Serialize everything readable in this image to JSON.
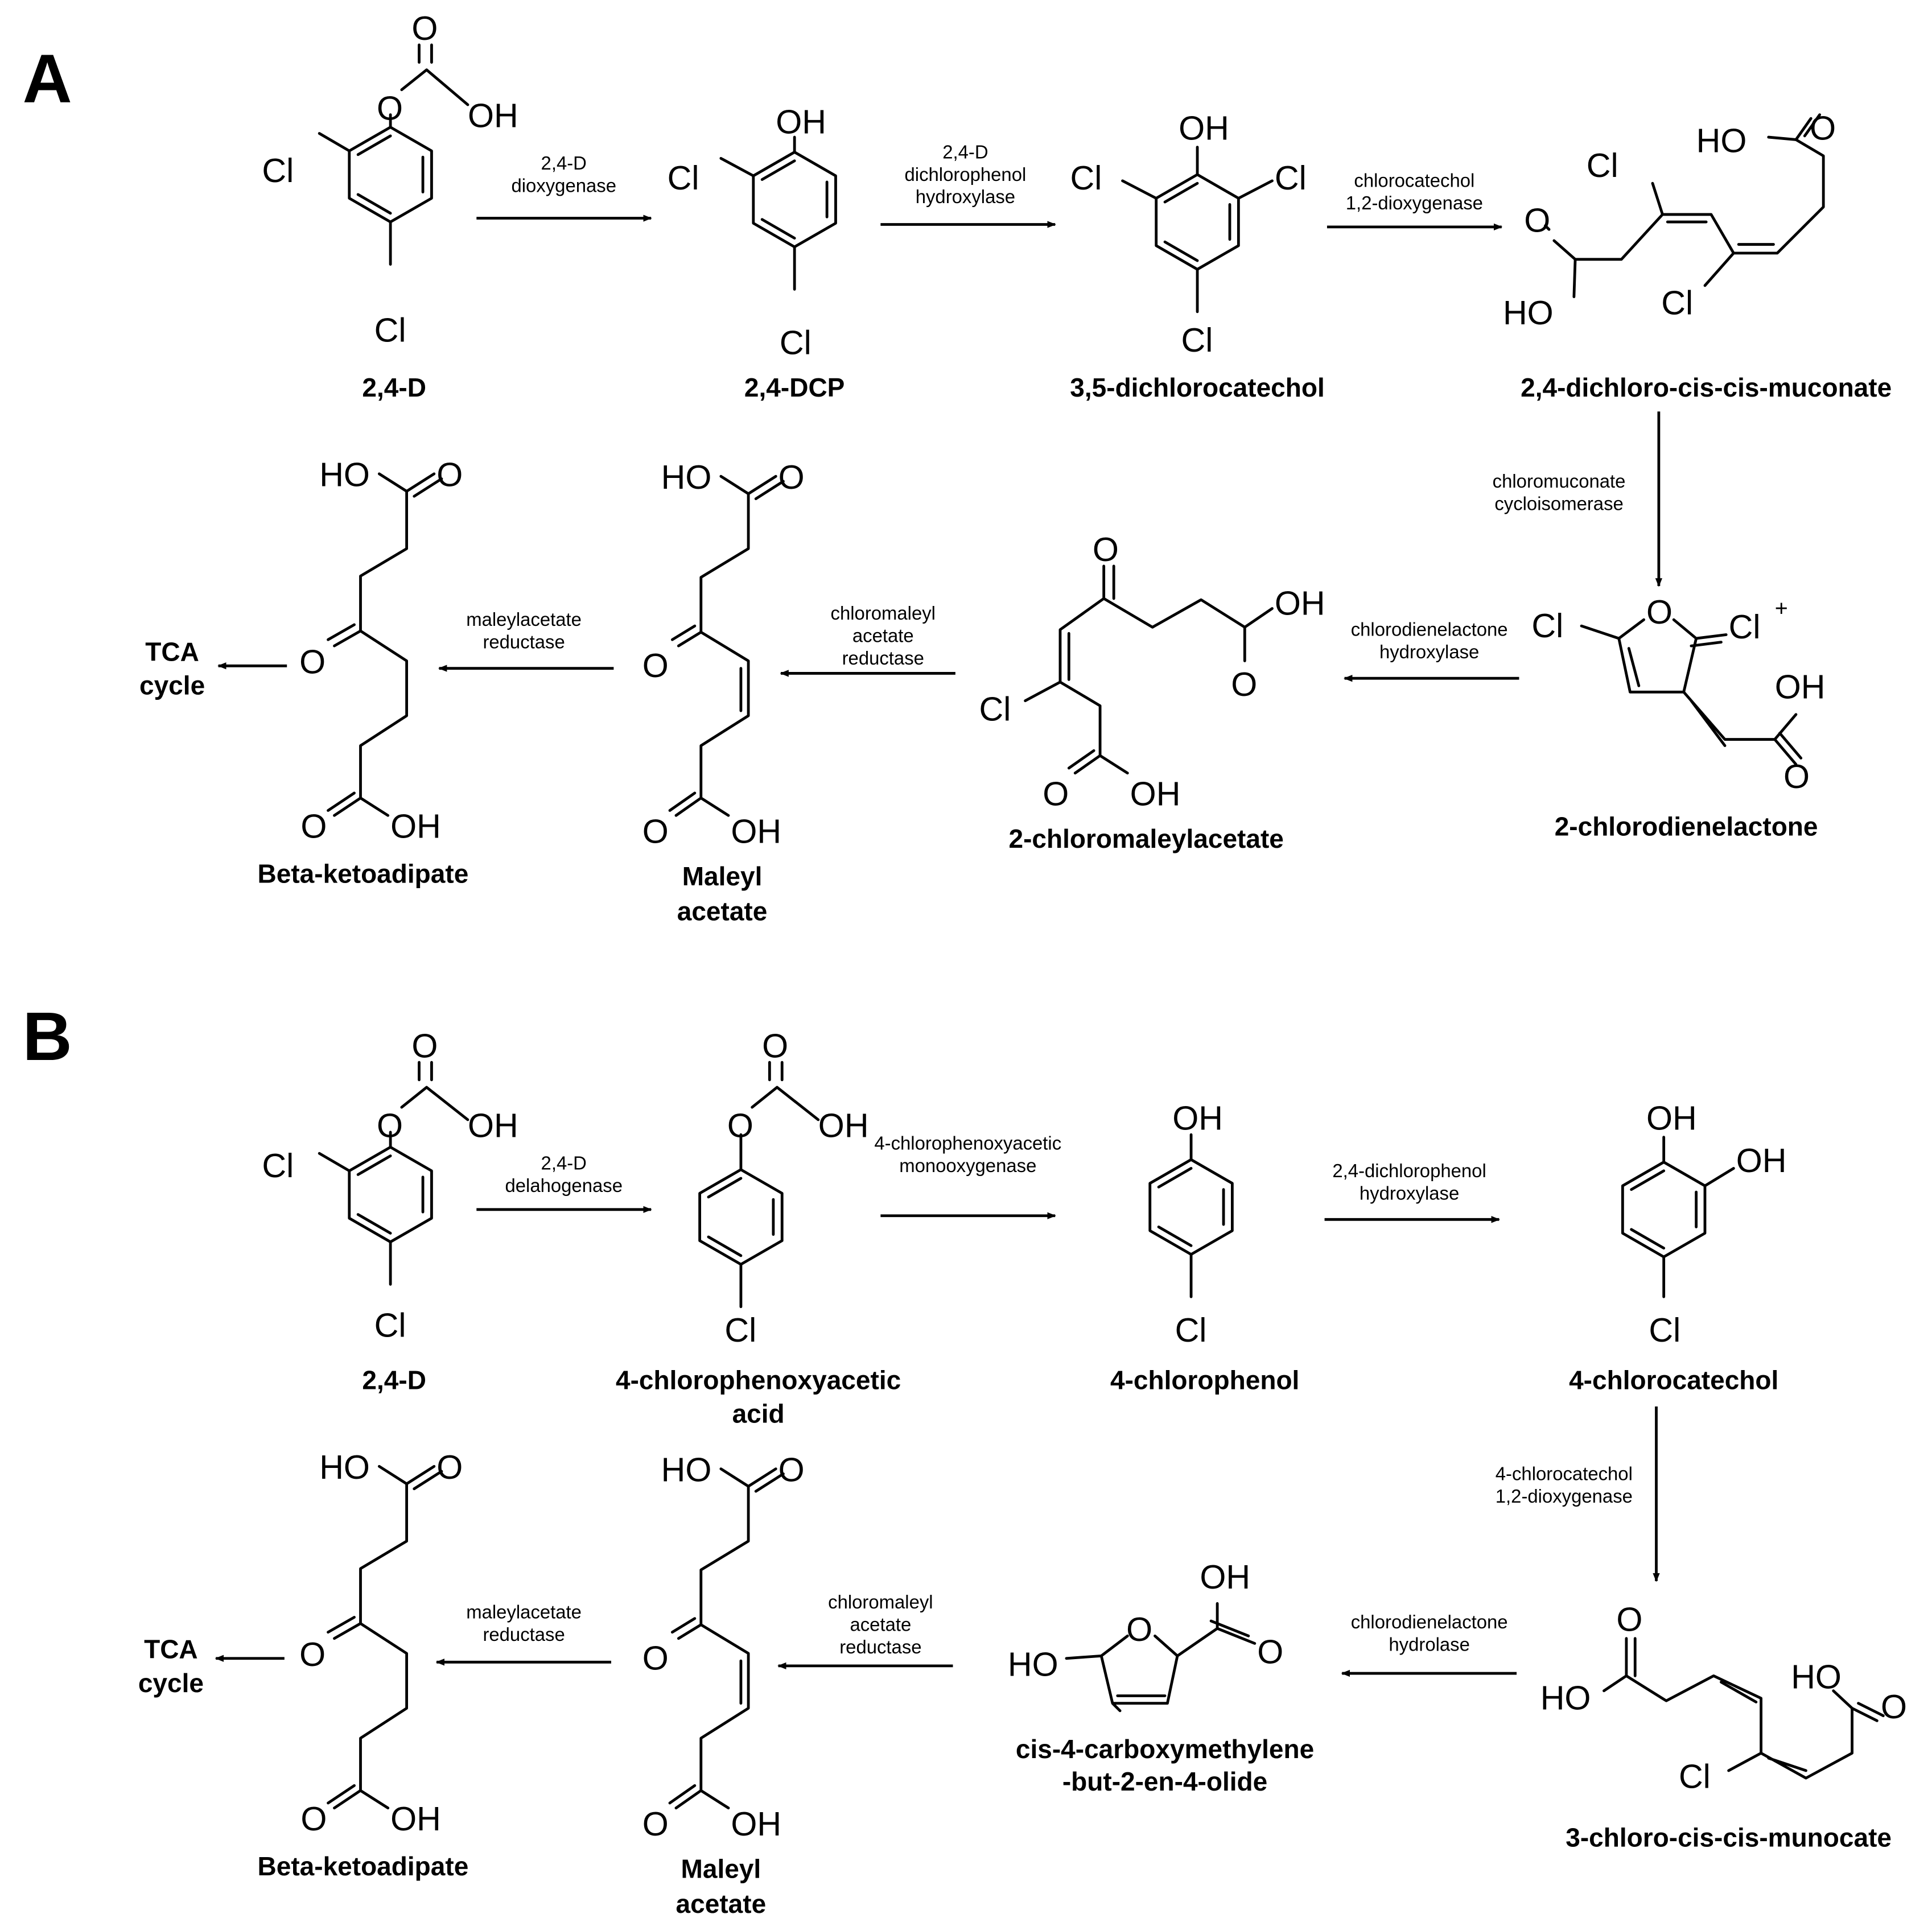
{
  "panels": {
    "A": {
      "label": "A",
      "compounds": {
        "c1": "2,4-D",
        "c2": "2,4-DCP",
        "c3": "3,5-dichlorocatechol",
        "c4": "2,4-dichloro-cis-cis-muconate",
        "c5": "2-chlorodienelactone",
        "c6": "2-chloromaleylacetate",
        "c7": [
          "Maleyl",
          "acetate"
        ],
        "c8": "Beta-ketoadipate"
      },
      "enzymes": {
        "e1": [
          "2,4-D",
          "dioxygenase"
        ],
        "e2": [
          "2,4-D",
          "dichlorophenol",
          "hydroxylase"
        ],
        "e3": [
          "chlorocatechol",
          "1,2-dioxygenase"
        ],
        "e4": [
          "chloromuconate",
          "cycloisomerase"
        ],
        "e5": [
          "chlorodienelactone",
          "hydroxylase"
        ],
        "e6": [
          "chloromaleyl",
          "acetate",
          "reductase"
        ],
        "e7": [
          "maleylacetate",
          "reductase"
        ]
      },
      "tca": [
        "TCA",
        "cycle"
      ]
    },
    "B": {
      "label": "B",
      "compounds": {
        "c1": "2,4-D",
        "c2": [
          "4-chlorophenoxyacetic",
          "acid"
        ],
        "c3": "4-chlorophenol",
        "c4": "4-chlorocatechol",
        "c5": "3-chloro-cis-cis-munocate",
        "c6": [
          "cis-4-carboxymethylene",
          "-but-2-en-4-olide"
        ],
        "c7": [
          "Maleyl",
          "acetate"
        ],
        "c8": "Beta-ketoadipate"
      },
      "enzymes": {
        "e1": [
          "2,4-D",
          "delahogenase"
        ],
        "e2": [
          "4-chlorophenoxyacetic",
          "monooxygenase"
        ],
        "e3": [
          "2,4-dichlorophenol",
          "hydroxylase"
        ],
        "e4": [
          "4-chlorocatechol",
          "1,2-dioxygenase"
        ],
        "e5": [
          "chlorodienelactone",
          "hydrolase"
        ],
        "e6": [
          "chloromaleyl",
          "acetate",
          "reductase"
        ],
        "e7": [
          "maleylacetate",
          "reductase"
        ]
      },
      "tca": [
        "TCA",
        "cycle"
      ]
    }
  },
  "atom_labels": {
    "O": "O",
    "OH": "OH",
    "HO": "HO",
    "Cl": "Cl",
    "plus": "+"
  }
}
